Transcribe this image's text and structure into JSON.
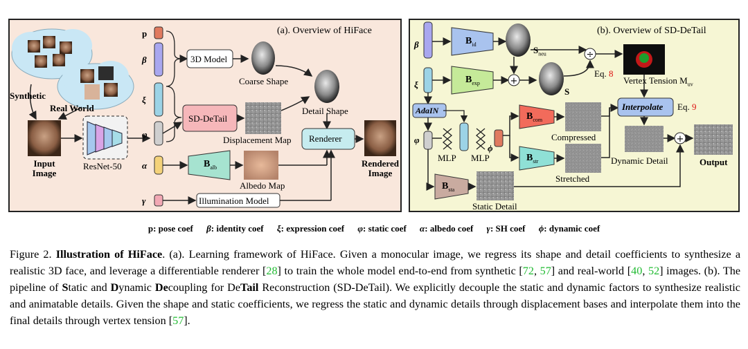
{
  "panel_a": {
    "title": "(a). Overview of HiFace",
    "synthetic": "Synthetic",
    "real_world": "Real World",
    "input_image": "Input Image",
    "resnet": "ResNet-50",
    "model_3d": "3D Model",
    "coarse_shape": "Coarse Shape",
    "detail_shape": "Detail Shape",
    "sd_detail": "SD-DeTail",
    "displacement_map": "Displacement Map",
    "renderer": "Renderer",
    "rendered_image": "Rendered Image",
    "b_alb": "B",
    "b_alb_sub": "alb",
    "albedo_map": "Albedo Map",
    "illumination": "Illumination Model",
    "coef_labels": [
      "p",
      "β",
      "ξ",
      "φ",
      "α",
      "γ"
    ]
  },
  "panel_b": {
    "title": "(b). Overview of SD-DeTail",
    "b_id_sub": "id",
    "b_exp_sub": "exp",
    "s_neu": "S",
    "s_neu_sub": "neu",
    "s": "S",
    "eq8": "Eq.",
    "eq8_num": "8",
    "vertex_tension": "Vertex Tension M",
    "vertex_tension_sub": "uv",
    "adain": "AdaIN",
    "mlp1": "MLP",
    "mlp2": "MLP",
    "phi": "ϕ",
    "b_com_sub": "com",
    "b_str_sub": "str",
    "b_sta_sub": "sta",
    "compressed": "Compressed",
    "stretched": "Stretched",
    "interpolate": "Interpolate",
    "eq9": "Eq.",
    "eq9_num": "9",
    "dynamic_detail": "Dynamic Detail",
    "output": "Output",
    "static_detail": "Static Detail",
    "coef_labels": [
      "β",
      "ξ",
      "φ"
    ]
  },
  "legend": [
    {
      "sym": "p",
      "text": ": pose coef"
    },
    {
      "sym": "β",
      "text": ": identity coef"
    },
    {
      "sym": "ξ",
      "text": ": expression coef"
    },
    {
      "sym": "φ",
      "text": ": static coef"
    },
    {
      "sym": "α",
      "text": ": albedo coef"
    },
    {
      "sym": "γ",
      "text": ": SH coef"
    },
    {
      "sym": "ϕ",
      "text": ": dynamic coef"
    }
  ],
  "caption": {
    "fig": "Figure 2.",
    "title": "Illustration of HiFace",
    "t1": ". (a). Learning framework of HiFace. Given a monocular image, we regress its shape and detail coefficients to synthesize a realistic 3D face, and leverage a differentiable renderer [",
    "c28": "28",
    "t2": "] to train the whole model end-to-end from synthetic [",
    "c72": "72",
    "sep1": ", ",
    "c57a": "57",
    "t3": "] and real-world [",
    "c40": "40",
    "sep2": ", ",
    "c52": "52",
    "t4": "] images. (b). The pipeline of ",
    "S": "S",
    "t5": "tatic and ",
    "D": "D",
    "t6": "ynamic ",
    "De": "De",
    "t7": "coupling for De",
    "Tail": "Tail",
    "t8": " Reconstruction (SD-DeTail). We explicitly decouple the static and dynamic factors to synthesize realistic and animatable details. Given the shape and static coefficients, we regress the static and dynamic details through displacement bases and interpolate them into the final details through vertex tension [",
    "c57b": "57",
    "t9": "]."
  }
}
